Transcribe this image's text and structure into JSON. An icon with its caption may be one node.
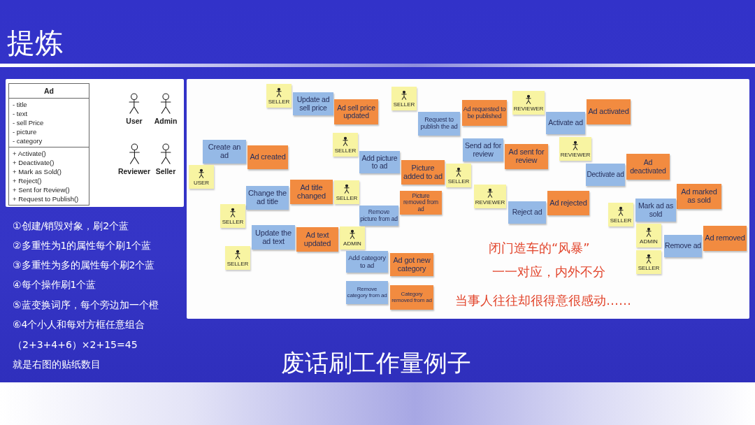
{
  "diagram": {
    "title": "提炼",
    "caption": "废话刷工作量例子",
    "nodes": [
      {
        "text": [
          "Ad",
          "- title",
          "- text",
          "- sell Price",
          "- picture",
          "- category",
          "+ Activate()",
          "+ Deactivate()",
          "+ Mark as Sold()",
          "+ Reject()",
          "+ Sent for Review()",
          "+ Request to Publish()"
        ]
      },
      {
        "text": [
          "User"
        ]
      },
      {
        "text": [
          "Admin"
        ]
      },
      {
        "text": [
          "Reviewer"
        ]
      },
      {
        "text": [
          "Seller"
        ]
      },
      {
        "text": [
          "SELLER"
        ]
      },
      {
        "text": [
          "Update ad sell price"
        ]
      },
      {
        "text": [
          "Ad sell price updated"
        ]
      },
      {
        "text": [
          "SELLER"
        ]
      },
      {
        "text": [
          "Request to publish the ad"
        ]
      },
      {
        "text": [
          "Ad requested to be published"
        ]
      },
      {
        "text": [
          "REVIEWER"
        ]
      },
      {
        "text": [
          "Activate ad"
        ]
      },
      {
        "text": [
          "Ad activated"
        ]
      },
      {
        "text": [
          "Create an ad"
        ]
      },
      {
        "text": [
          "Ad created"
        ]
      },
      {
        "text": [
          "USER"
        ]
      },
      {
        "text": [
          "SELLER"
        ]
      },
      {
        "text": [
          "Add picture to ad"
        ]
      },
      {
        "text": [
          "Picture added to ad"
        ]
      },
      {
        "text": [
          "Send ad for review"
        ]
      },
      {
        "text": [
          "Ad sent for review"
        ]
      },
      {
        "text": [
          "SELLER"
        ]
      },
      {
        "text": [
          "REVIEWER"
        ]
      },
      {
        "text": [
          "Dectivate ad"
        ]
      },
      {
        "text": [
          "Ad deactivated"
        ]
      },
      {
        "text": [
          "Change the ad title"
        ]
      },
      {
        "text": [
          "Ad title changed"
        ]
      },
      {
        "text": [
          "SELLER"
        ]
      },
      {
        "text": [
          "SELLER"
        ]
      },
      {
        "text": [
          "Remove picture from ad"
        ]
      },
      {
        "text": [
          "Picture removed from ad"
        ]
      },
      {
        "text": [
          "REVIEWER"
        ]
      },
      {
        "text": [
          "Reject ad"
        ]
      },
      {
        "text": [
          "Ad rejected"
        ]
      },
      {
        "text": [
          "Ad marked as sold"
        ]
      },
      {
        "text": [
          "SELLER"
        ]
      },
      {
        "text": [
          "Mark ad as sold"
        ]
      },
      {
        "text": [
          "ADMIN"
        ]
      },
      {
        "text": [
          "Update the ad text"
        ]
      },
      {
        "text": [
          "Ad text updated"
        ]
      },
      {
        "text": [
          "SELLER"
        ]
      },
      {
        "text": [
          "ADMIN"
        ]
      },
      {
        "text": [
          "Remove ad"
        ]
      },
      {
        "text": [
          "Ad removed"
        ]
      },
      {
        "text": [
          "SELLER"
        ]
      },
      {
        "text": [
          "Add category to ad"
        ]
      },
      {
        "text": [
          "Ad got new category"
        ]
      },
      {
        "text": [
          "Remove category from ad"
        ]
      },
      {
        "text": [
          "Category removed from ad"
        ]
      }
    ],
    "labels": [
      "①创建/销毁对象，刷2个蓝",
      "②多重性为1的属性每个刷1个蓝",
      "③多重性为多的属性每个刷2个蓝",
      "④每个操作刷1个蓝",
      "⑤蓝变换词序，每个旁边加一个橙",
      "⑥4个小人和每对方框任意组合",
      "（2+3+4+6）×2+15=45",
      "就是右图的贴纸数目",
      "闭门造车的“风暴”",
      "一一对应，内外不分",
      "当事人往往却很得意很感动……"
    ]
  }
}
